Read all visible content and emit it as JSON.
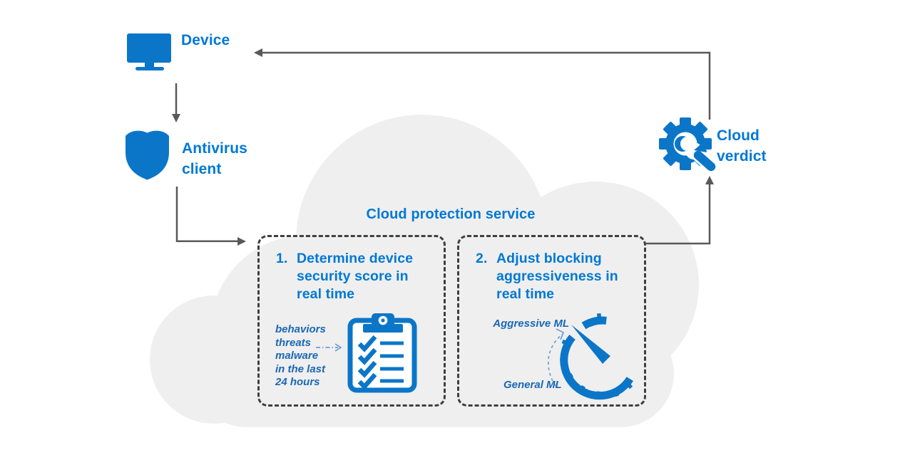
{
  "diagram": {
    "title": "Cloud protection service",
    "device": {
      "label": "Device"
    },
    "antivirus": {
      "label": "Antivirus\nclient"
    },
    "cloud_verdict": {
      "label": "Cloud\nverdict"
    },
    "step1": {
      "number": "1.",
      "heading": "Determine device\nsecurity score in\nreal time",
      "annotation": "behaviors\nthreats\nmalware\nin the last\n24 hours"
    },
    "step2": {
      "number": "2.",
      "heading": "Adjust blocking\naggressiveness in\nreal time",
      "gauge_high_label": "Aggressive ML",
      "gauge_low_label": "General ML"
    },
    "icons": [
      "monitor-icon",
      "shield-icon",
      "gear-wrench-icon",
      "clipboard-checklist-icon",
      "gauge-icon"
    ],
    "colors": {
      "accent_blue": "#0078d4",
      "icon_blue": "#0b76c8",
      "annotation_blue": "#1a68b5",
      "arrow_gray": "#595959",
      "dashed_border_gray": "#3f3f3f",
      "cloud_gray": "#efefef",
      "light_blue_dashed_arrow": "#6f9ed8"
    }
  }
}
